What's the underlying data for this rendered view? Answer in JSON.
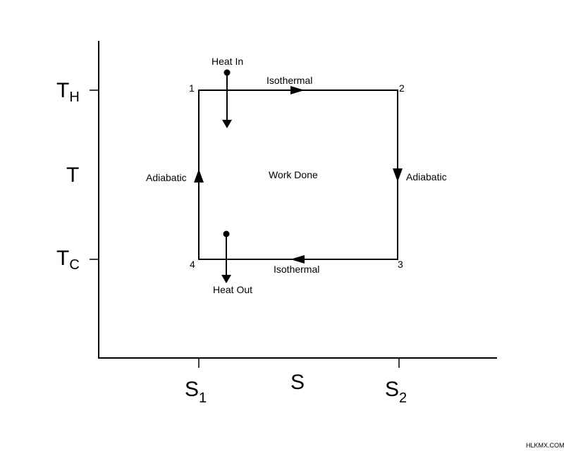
{
  "diagram": {
    "axes": {
      "y_label": "T",
      "x_label": "S",
      "y_ticks": [
        {
          "main": "T",
          "sub": "H"
        },
        {
          "main": "T",
          "sub": "C"
        }
      ],
      "x_ticks": [
        {
          "main": "S",
          "sub": "1"
        },
        {
          "main": "S",
          "sub": "2"
        }
      ]
    },
    "points": [
      "1",
      "2",
      "3",
      "4"
    ],
    "edges": {
      "top": "Isothermal",
      "right": "Adiabatic",
      "bottom": "Isothermal",
      "left": "Adiabatic"
    },
    "center_label": "Work Done",
    "heat_in": "Heat In",
    "heat_out": "Heat Out"
  },
  "watermark": "HLKMX.COM"
}
